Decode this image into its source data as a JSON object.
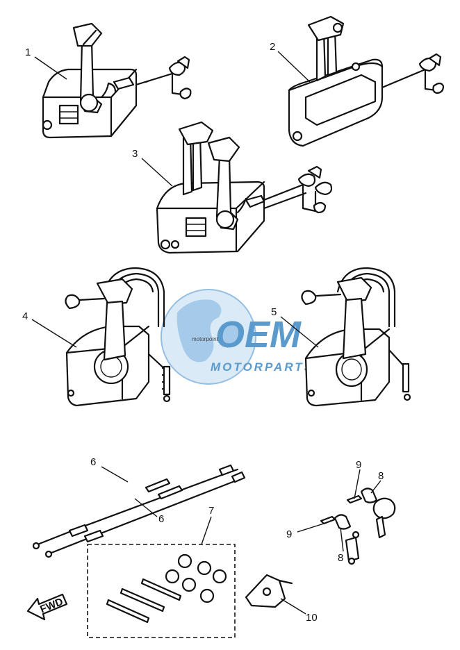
{
  "callouts": [
    "1",
    "2",
    "3",
    "4",
    "5",
    "6",
    "6",
    "7",
    "8",
    "8",
    "9",
    "9",
    "10"
  ],
  "fwd_label": "FWD",
  "watermark": {
    "brand": "OEM",
    "sub": "MOTORPARTS",
    "small": "motorpoint"
  },
  "colors": {
    "line": "#111111",
    "watermark_blue": "#4a90c8",
    "watermark_light": "#c9dff1"
  }
}
